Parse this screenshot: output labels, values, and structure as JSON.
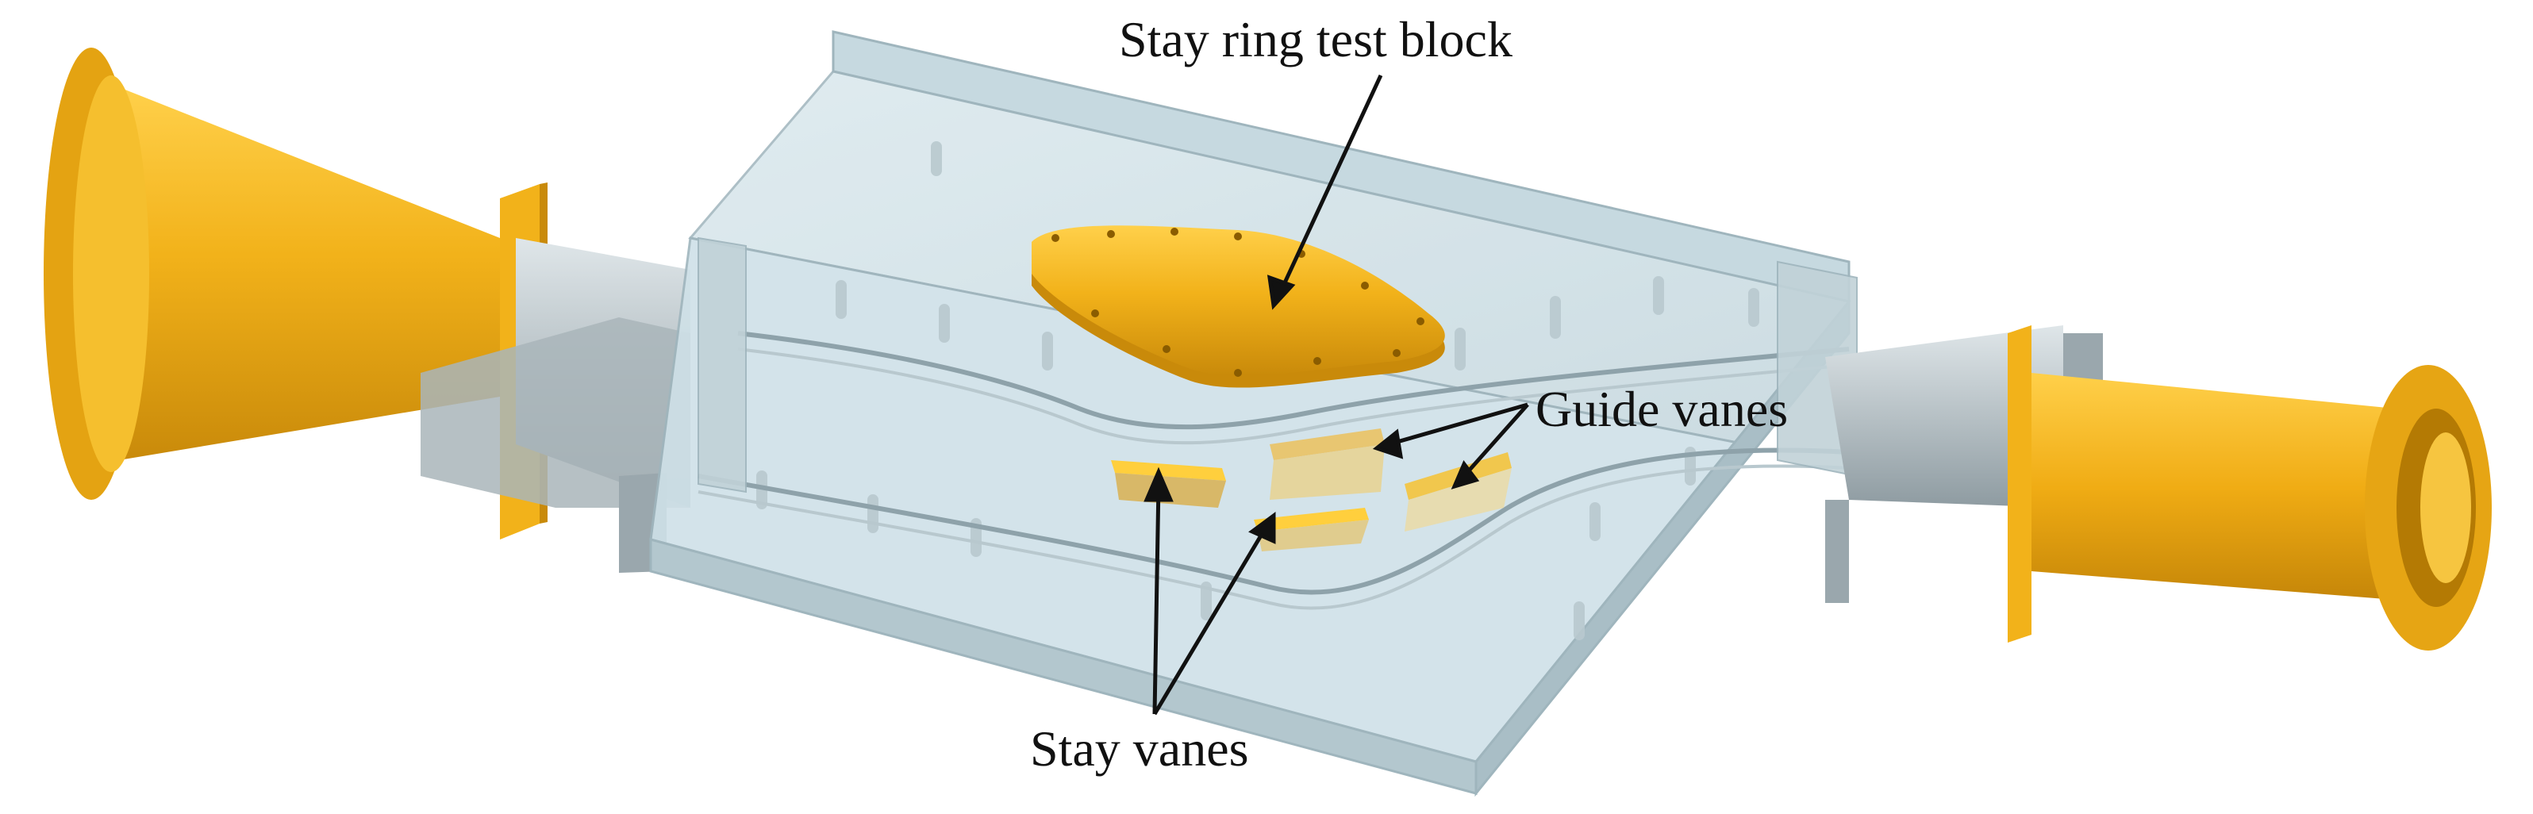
{
  "labels": {
    "stay_ring_test_block": "Stay ring test block",
    "guide_vanes": "Guide vanes",
    "stay_vanes": "Stay vanes"
  },
  "colors": {
    "brass": "#f2b21a",
    "brass_dark": "#c98a0a",
    "glass": "#cfe1e8",
    "glass_edge": "#9fb5bd",
    "steel": "#b9c4c9",
    "steel_dark": "#7f8c92",
    "text": "#111111"
  }
}
